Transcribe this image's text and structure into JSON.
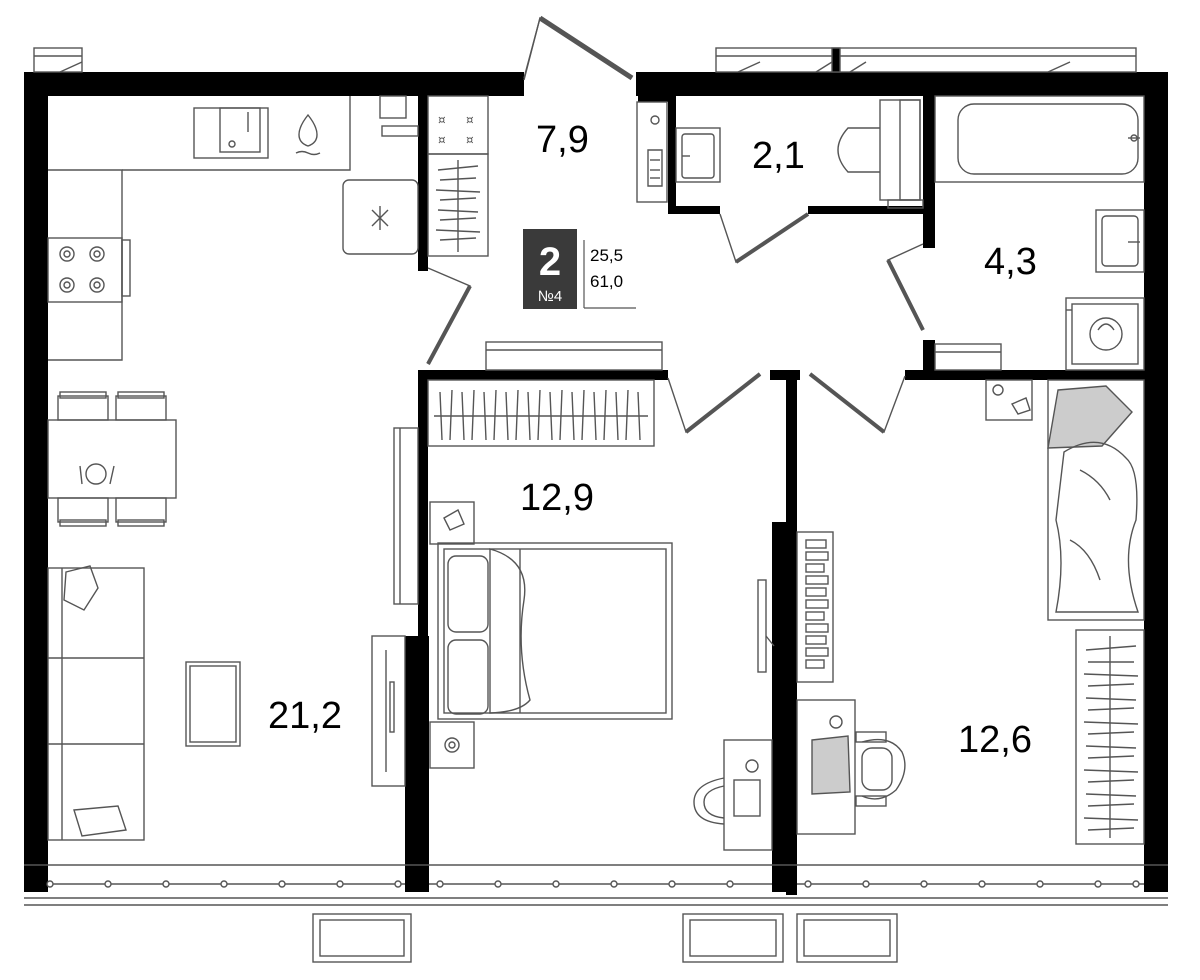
{
  "unit_badge": {
    "rooms": "2",
    "unit_number": "№4",
    "living_area": "25,5",
    "total_area": "61,0"
  },
  "rooms": [
    {
      "id": "kitchen-living",
      "area": "21,2"
    },
    {
      "id": "hallway",
      "area": "7,9"
    },
    {
      "id": "wc",
      "area": "2,1"
    },
    {
      "id": "bathroom",
      "area": "4,3"
    },
    {
      "id": "bedroom-1",
      "area": "12,9"
    },
    {
      "id": "bedroom-2",
      "area": "12,6"
    }
  ],
  "colors": {
    "wall": "#000000",
    "line": "#555555",
    "badge": "#3a3a3a",
    "fill_gray": "#cccccc"
  }
}
